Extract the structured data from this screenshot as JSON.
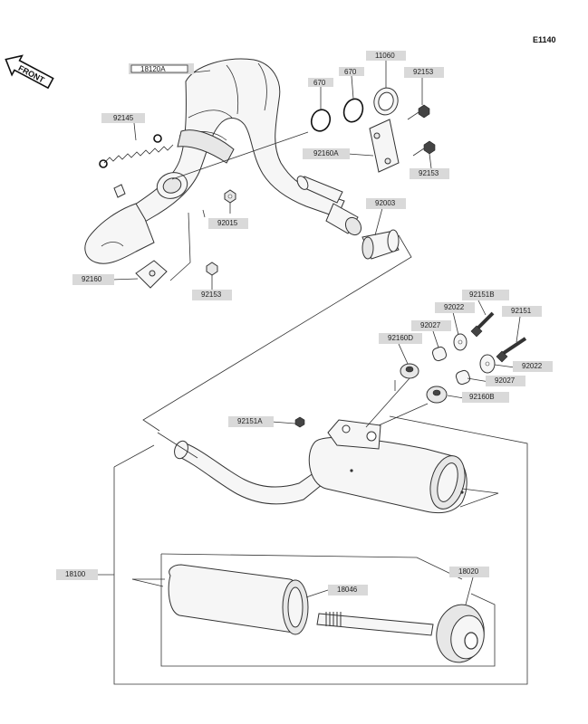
{
  "diagram_code": "E1140",
  "front_label": "FRONT",
  "labels": {
    "18120A": "18120A",
    "92145": "92145",
    "670a": "670",
    "670b": "670",
    "11060": "11060",
    "92153a": "92153",
    "92160A": "92160A",
    "92153b": "92153",
    "92003": "92003",
    "92015": "92015",
    "92160": "92160",
    "92153c": "92153",
    "92151B": "92151B",
    "92022a": "92022",
    "92151": "92151",
    "92027a": "92027",
    "92160D": "92160D",
    "92022b": "92022",
    "92027b": "92027",
    "92160B": "92160B",
    "92151A": "92151A",
    "18100": "18100",
    "18020": "18020",
    "18046": "18046"
  }
}
